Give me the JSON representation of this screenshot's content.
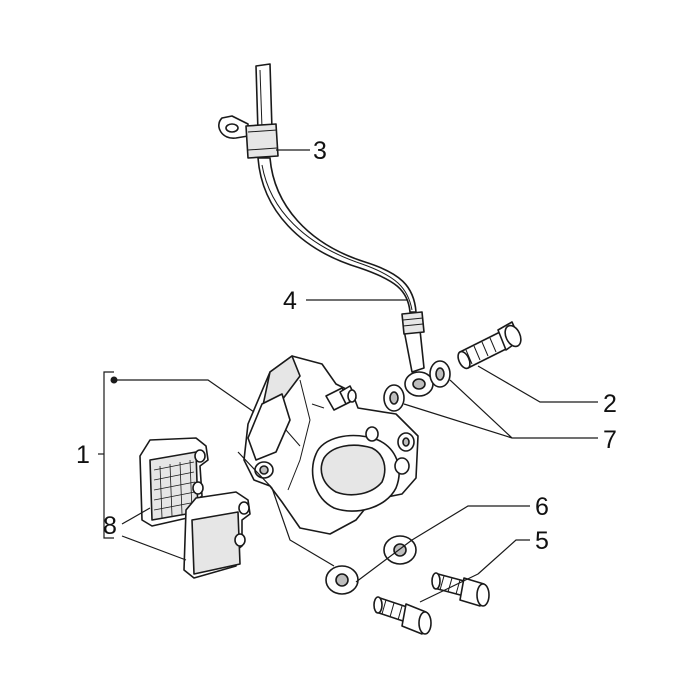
{
  "diagram": {
    "callouts": [
      {
        "id": "1",
        "label": "1"
      },
      {
        "id": "2",
        "label": "2"
      },
      {
        "id": "3",
        "label": "3"
      },
      {
        "id": "4",
        "label": "4"
      },
      {
        "id": "5",
        "label": "5"
      },
      {
        "id": "6",
        "label": "6"
      },
      {
        "id": "7",
        "label": "7"
      },
      {
        "id": "8",
        "label": "8"
      }
    ],
    "colors": {
      "line": "#1a1a1a",
      "background": "#ffffff",
      "shade": "#e6e6e6"
    }
  }
}
